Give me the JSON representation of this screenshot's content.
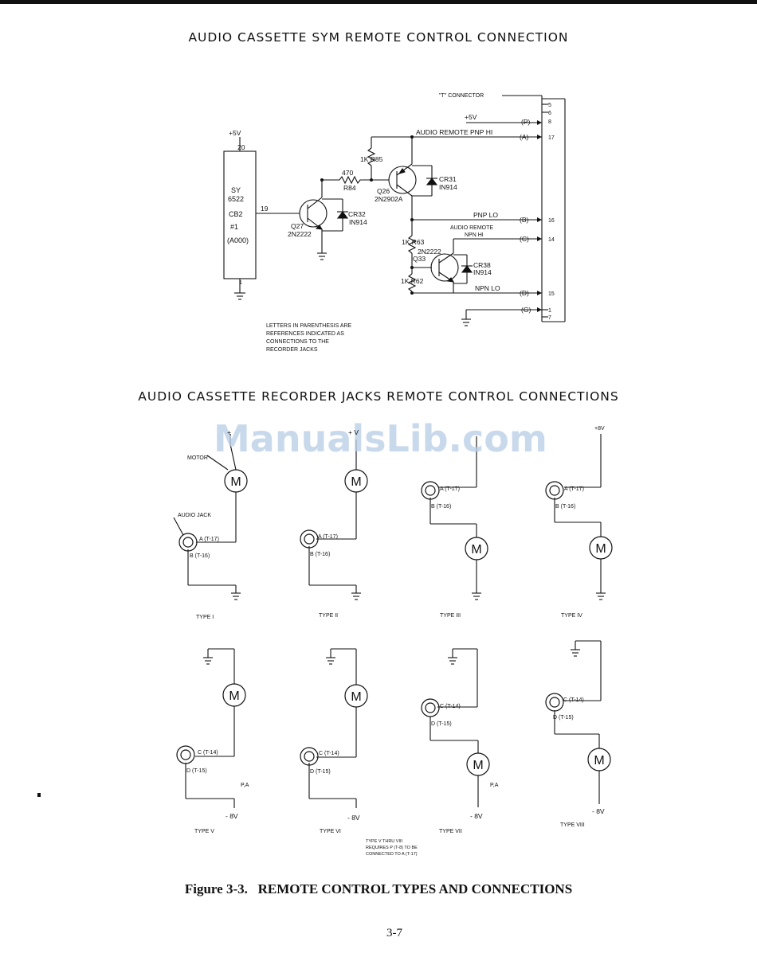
{
  "page": {
    "title_top": "AUDIO CASSETTE SYM REMOTE CONTROL CONNECTION",
    "title_mid": "AUDIO CASSETTE RECORDER JACKS REMOTE CONTROL CONNECTIONS",
    "caption_fig": "Figure 3-3.",
    "caption_text": "REMOTE CONTROL TYPES AND CONNECTIONS",
    "page_number": "3-7",
    "watermark": "ManualsLib.com"
  },
  "schematic": {
    "chip_top": "SY",
    "chip_num": "6522",
    "chip_pin": "CB2",
    "chip_index": "#1",
    "chip_addr": "(A000)",
    "vcc": "+5V",
    "pin_20": "20",
    "pin_19": "19",
    "pin_1": "1",
    "r84_val": "470",
    "r84": "R84",
    "r85": "1K  R85",
    "q26": "Q26",
    "q26_part": "2N2902A",
    "cr31": "CR31",
    "cr31_part": "IN914",
    "q27": "Q27",
    "q27_part": "2N2222",
    "cr32": "CR32",
    "cr32_part": "IN914",
    "r63": "1K  R63",
    "q33_part": "2N2222",
    "q33": "Q33",
    "cr38": "CR38",
    "cr38_part": "IN914",
    "r62": "1K  R62",
    "t_connector": "\"T\" CONNECTOR",
    "plus5v_right": "+5V",
    "net_audio_pnp_hi": "AUDIO REMOTE PNP HI",
    "net_pnp_lo": "PNP LO",
    "net_audio_remote": "AUDIO REMOTE",
    "net_npn_hi": "NPN HI",
    "net_npn_lo": "NPN LO",
    "tag_p": "(P)",
    "tag_a": "(A)",
    "tag_b": "(B)",
    "tag_c": "(C)",
    "tag_d": "(D)",
    "tag_g": "(G)",
    "pins": [
      "5",
      "6",
      "8",
      "17",
      "16",
      "14",
      "15",
      "1",
      "7"
    ],
    "note": [
      "LETTERS IN PARENTHESIS ARE",
      "REFERENCES INDICATED AS",
      "CONNECTIONS TO THE",
      "RECORDER JACKS"
    ]
  },
  "jacks": {
    "motor": "MOTOR",
    "audio_jack": "AUDIO JACK",
    "m": "M",
    "plus": "+",
    "plus_v": "+ V",
    "plus8v": "+8V",
    "minus8v": "- 8V",
    "pa": "P,A",
    "a_t17": "A (T-17)",
    "b_t16": "B (T-16)",
    "c_t14": "C (T-14)",
    "d_t15": "D (T-15)",
    "types": [
      "TYPE I",
      "TYPE II",
      "TYPE III",
      "TYPE IV",
      "TYPE V",
      "TYPE VI",
      "TYPE VII",
      "TYPE VIII"
    ],
    "note": [
      "TYPE V THRU VIII",
      "REQUIRES P (T-8) TO BE",
      "CONNECTED TO A (T-17)"
    ]
  }
}
